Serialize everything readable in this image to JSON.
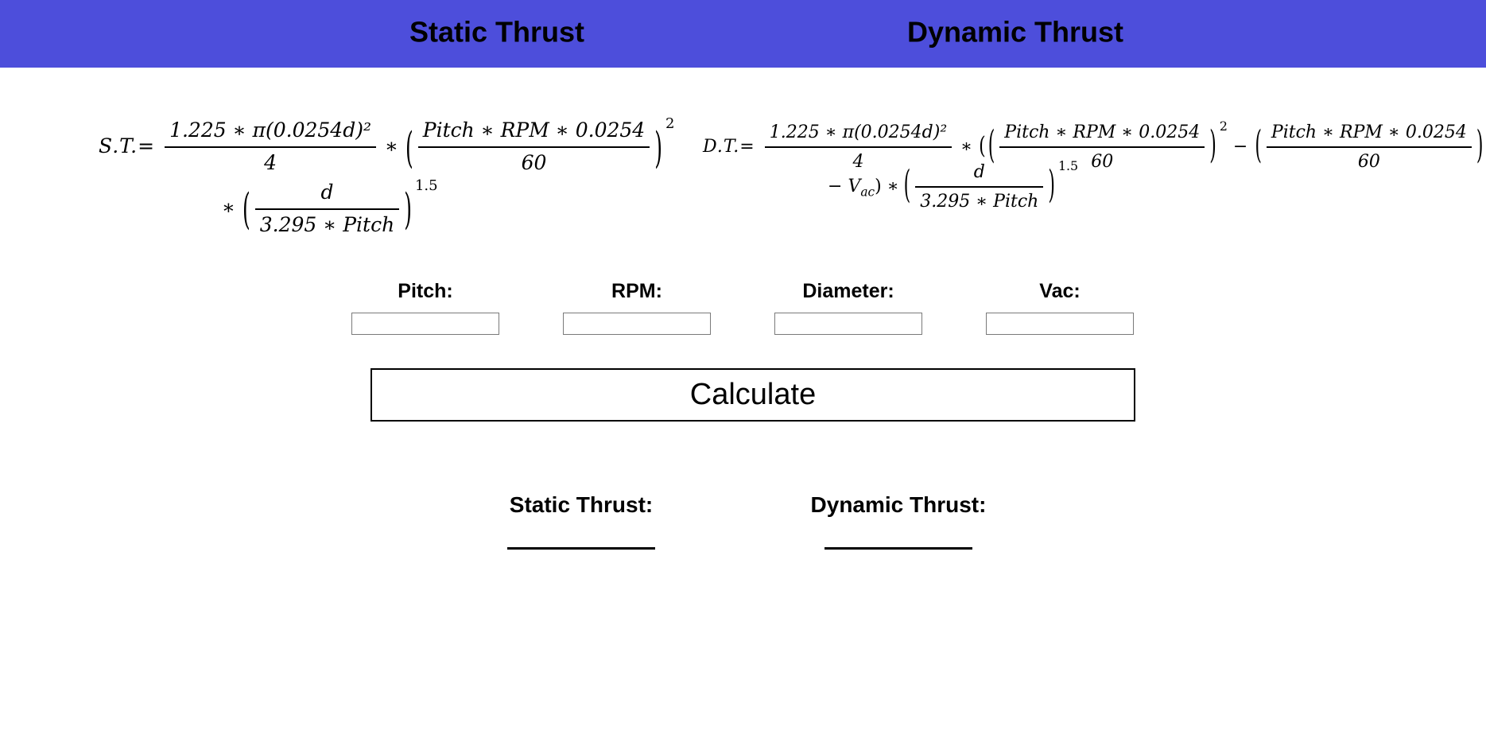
{
  "header": {
    "bg_color": "#4d4edb",
    "static_title": "Static Thrust",
    "dynamic_title": "Dynamic Thrust"
  },
  "formulas": {
    "parens": {
      "open": "(",
      "close": ")"
    },
    "static": {
      "lhs": "S.T.=",
      "frac1": {
        "num": "1.225 ∗ π(0.0254d)²",
        "den": "4"
      },
      "times": "∗",
      "frac2": {
        "num": "Pitch ∗ RPM ∗ 0.0254",
        "den": "60"
      },
      "frac2_exp": "2",
      "line2_times": "∗",
      "frac3": {
        "num": "d",
        "den": "3.295 ∗ Pitch"
      },
      "frac3_exp": "1.5"
    },
    "dynamic": {
      "lhs": "D.T.=",
      "frac1": {
        "num": "1.225 ∗ π(0.0254d)²",
        "den": "4"
      },
      "times": "∗",
      "frac2": {
        "num": "Pitch ∗ RPM ∗ 0.0254",
        "den": "60"
      },
      "frac2_exp": "2",
      "minus": "−",
      "frac3": {
        "num": "Pitch ∗ RPM ∗ 0.0254",
        "den": "60"
      },
      "line2_minus": "−",
      "vac": {
        "base": "V",
        "sub": "ac"
      },
      "close_times": ") ∗",
      "frac4": {
        "num": "d",
        "den": "3.295 ∗ Pitch"
      },
      "frac4_exp": "1.5"
    }
  },
  "inputs": {
    "fields": [
      {
        "label": "Pitch:",
        "value": ""
      },
      {
        "label": "RPM:",
        "value": ""
      },
      {
        "label": "Diameter:",
        "value": ""
      },
      {
        "label": "Vac:",
        "value": ""
      }
    ]
  },
  "calculate_button": {
    "label": "Calculate"
  },
  "outputs": {
    "items": [
      {
        "label": "Static Thrust:",
        "value": ""
      },
      {
        "label": "Dynamic Thrust:",
        "value": ""
      }
    ]
  }
}
